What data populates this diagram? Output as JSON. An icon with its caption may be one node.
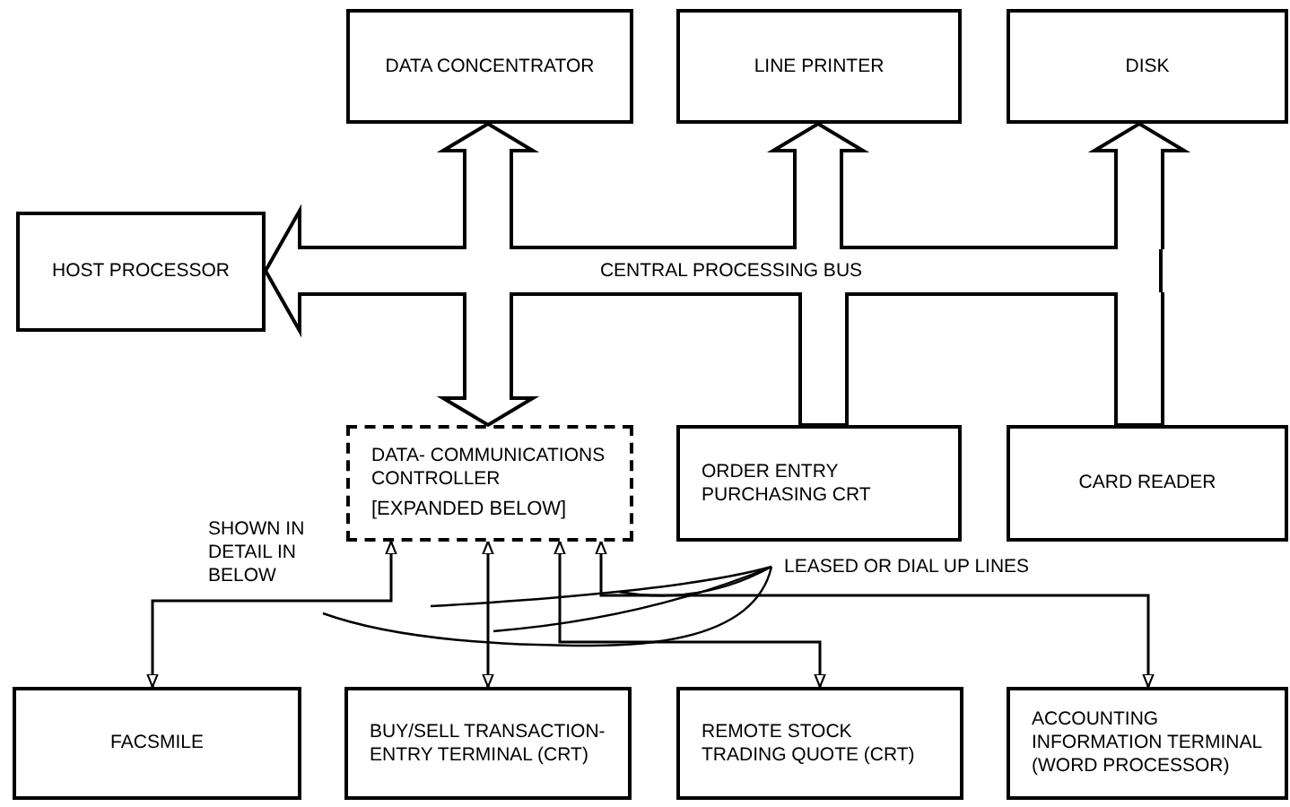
{
  "diagram": {
    "nodes": [
      {
        "text": [
          "DATA CONCENTRATOR"
        ]
      },
      {
        "text": [
          "LINE PRINTER"
        ]
      },
      {
        "text": [
          "DISK"
        ]
      },
      {
        "text": [
          "HOST PROCESSOR"
        ]
      },
      {
        "text": [
          "CENTRAL PROCESSING BUS"
        ]
      },
      {
        "text": [
          "DATA- COMMUNICATIONS CONTROLLER",
          "[EXPANDED BELOW]"
        ]
      },
      {
        "text": [
          "ORDER ENTRY PURCHASING CRT"
        ]
      },
      {
        "text": [
          "CARD READER"
        ]
      },
      {
        "text": [
          "FACSMILE"
        ]
      },
      {
        "text": [
          "BUY/SELL TRANSACTION- ENTRY TERMINAL (CRT)"
        ]
      },
      {
        "text": [
          "REMOTE STOCK TRADING QUOTE (CRT)"
        ]
      },
      {
        "text": [
          "ACCOUNTING INFORMATION TERMINAL (WORD PROCESSOR)"
        ]
      }
    ],
    "edges": [
      {
        "from": 4,
        "to": 0,
        "arrow": "to",
        "style": "thick"
      },
      {
        "from": 4,
        "to": 1,
        "arrow": "to",
        "style": "thick"
      },
      {
        "from": 4,
        "to": 2,
        "arrow": "to",
        "style": "thick"
      },
      {
        "from": 4,
        "to": 3,
        "arrow": "to",
        "style": "thick"
      },
      {
        "from": 4,
        "to": 5,
        "arrow": "to",
        "style": "thick"
      },
      {
        "from": 4,
        "to": 6,
        "arrow": "none",
        "style": "thick"
      },
      {
        "from": 4,
        "to": 7,
        "arrow": "none",
        "style": "thick"
      },
      {
        "from": 5,
        "to": 8,
        "arrow": "both"
      },
      {
        "from": 5,
        "to": 9,
        "arrow": "both"
      },
      {
        "from": 5,
        "to": 10,
        "arrow": "both"
      },
      {
        "from": 5,
        "to": 11,
        "arrow": "both"
      }
    ],
    "labels": [
      "SHOWN IN DETAIL IN BELOW",
      "LEASED OR DIAL UP LINES"
    ]
  }
}
